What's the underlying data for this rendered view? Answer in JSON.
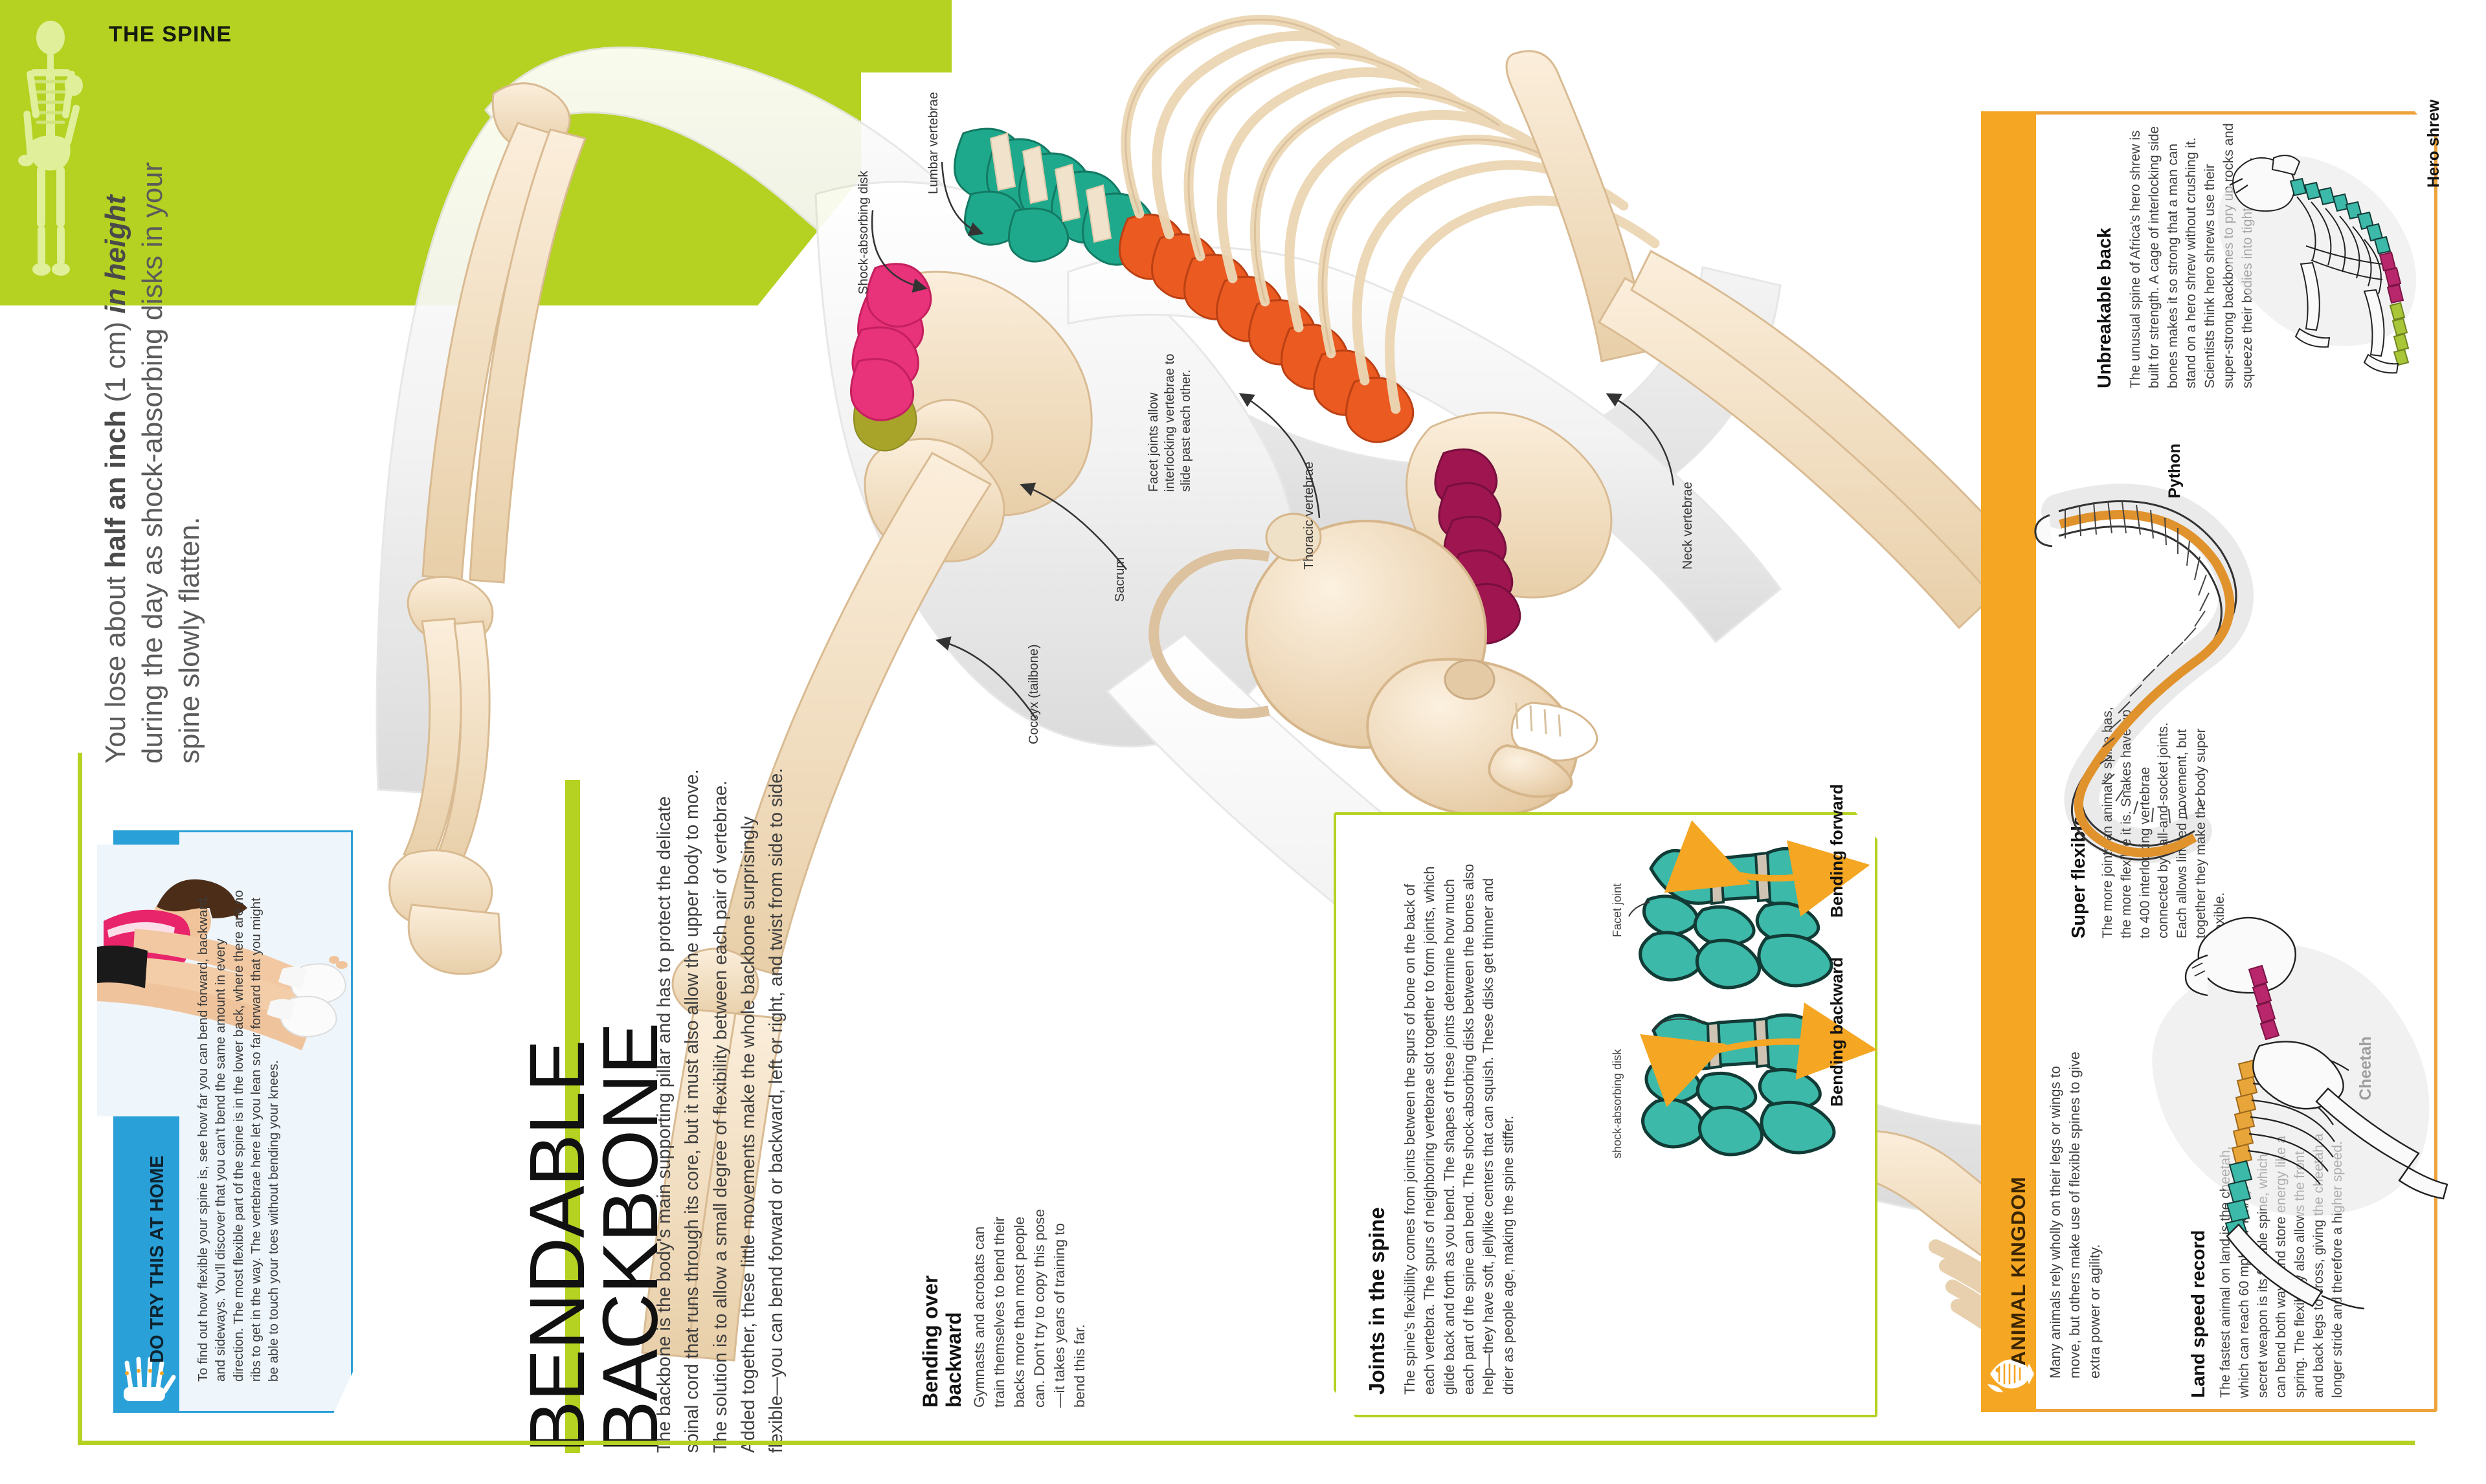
{
  "header": {
    "title": "THE SPINE",
    "icon": "skeleton-icon"
  },
  "standfirst": {
    "pre": "You lose about ",
    "bold1": "half an inch",
    "mid": " (1 cm) ",
    "bold2": "in height",
    "post": " during the day as shock-absorbing disks in your spine slowly flatten."
  },
  "try_this": {
    "label": "DO TRY THIS AT HOME",
    "icon": "hand-bones-icon",
    "body": "To find out how flexible your spine is, see how far you can bend forward, backward, and sideways. You'll discover that you can't bend the same amount in every direction. The most flexible part of the spine is in the lower back, where there are no ribs to get in the way. The vertebrae here let you lean so far forward that you might be able to touch your toes without bending your knees.",
    "photo_alt": "gymnast-stretching-photo"
  },
  "title": {
    "line1": "BENDABLE",
    "line2": "BACKBONE"
  },
  "body_copy": "The backbone is the body's main supporting pillar and has to protect the delicate spinal cord that runs through its core, but it must also allow the upper body to move. The solution is to allow a small degree of flexibility between each pair of vertebrae. Added together, these little movements make the whole backbone surprisingly flexible—you can bend forward or backward, left or right, and twist from side to side.",
  "bending_backward": {
    "heading": "Bending over backward",
    "body": "Gymnasts and acrobats can train themselves to bend their backs more than most people can. Don't try to copy this pose—it takes years of training to bend this far."
  },
  "skeleton_annotations": [
    {
      "name": "shock-absorbing-disk",
      "text": "Shock-absorbing disk"
    },
    {
      "name": "lumbar-vertebrae",
      "text": "Lumbar vertebrae"
    },
    {
      "name": "facet-joints",
      "text": "Facet joints allow interlocking vertebrae to slide past each other."
    },
    {
      "name": "thoracic-vertebrae",
      "text": "Thoracic vertebrae"
    },
    {
      "name": "neck-vertebrae",
      "text": "Neck vertebrae"
    },
    {
      "name": "sacrum",
      "text": "Sacrum"
    },
    {
      "name": "coccyx",
      "text": "Coccyx (tailbone)"
    }
  ],
  "joints": {
    "heading": "Joints in the spine",
    "body": "The spine's flexibility comes from joints between the spurs of bone on the back of each vertebra. The spurs of neighboring vertebrae slot together to form joints, which glide back and forth as you bend. The shapes of these joints determine how much each part of the spine can bend. The shock-absorbing disks between the bones also help—they have soft, jellylike centers that can squish. These disks get thinner and drier as people age, making the spine stiffer.",
    "diagram_labels": {
      "forward": "Bending forward",
      "backward": "Bending backward",
      "facet_joint": "Facet joint",
      "disk": "shock-absorbing disk"
    }
  },
  "animal_kingdom": {
    "label": "ANIMAL KINGDOM",
    "icon": "fish-skeleton-icon",
    "intro": "Many animals rely wholly on their legs or wings to move, but others make use of flexible spines to give extra power or agility.",
    "sections": [
      {
        "heading": "Unbreakable back",
        "body": "The unusual spine of Africa's hero shrew is built for strength. A cage of interlocking side bones makes it so strong that a man can stand on a hero shrew without crushing it. Scientists think hero shrews use their super-strong backbones to pry up rocks and squeeze their bodies into tight spaces.",
        "animal": "Hero shrew"
      },
      {
        "heading": "Super flexible",
        "body": "The more joints an animal's spine has, the more flexible it is. Snakes have up to 400 interlocking vertebrae connected by ball-and-socket joints. Each allows limited movement, but together they make the body super flexible.",
        "animal": "Python"
      },
      {
        "heading": "Land speed record",
        "body": "The fastest animal on land is the cheetah, which can reach 60 mph (97 km/h). Its secret weapon is its flexible spine, which can bend both ways and store energy like a spring. The flexibility also allows the front and back legs to cross, giving the cheetah a longer stride and therefore a higher speed.",
        "animal": "Cheetah"
      }
    ]
  },
  "colors": {
    "lime": "#b5d121",
    "orange": "#f5a623",
    "blue": "#2aa0d8",
    "teal": "#2aa899",
    "bone": "#f4ddbf",
    "magenta": "#b8276b",
    "rib_orange": "#e8561f"
  }
}
